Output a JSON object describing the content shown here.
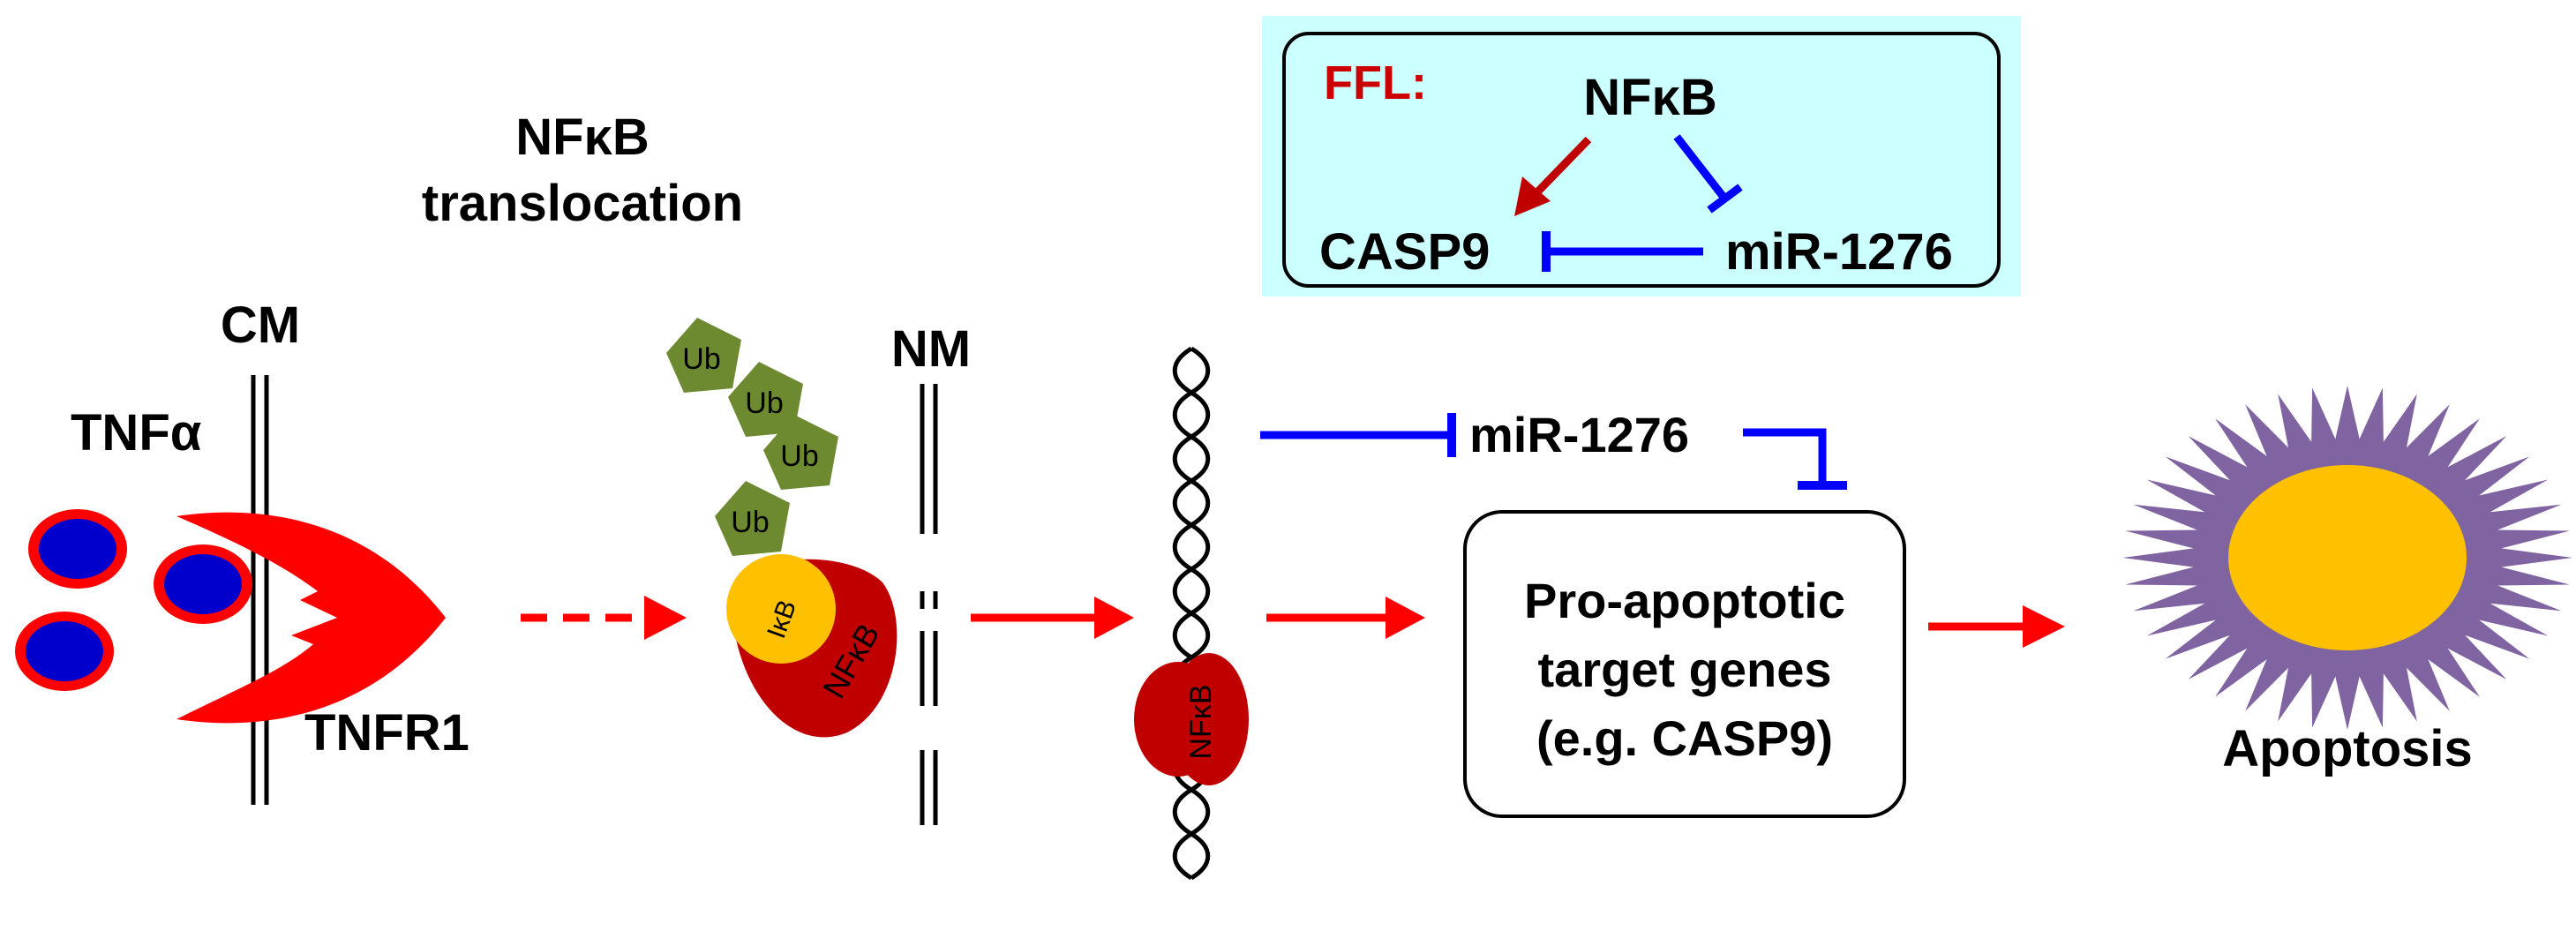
{
  "labels": {
    "nfkb_translocation_line1": "NFκB",
    "nfkb_translocation_line2": "translocation",
    "cm": "CM",
    "nm": "NM",
    "tnfa": "TNFα",
    "tnfr1": "TNFR1",
    "ub": "Ub",
    "ikb": "IκB",
    "nfkb_complex": "NFκB",
    "nfkb_dna": "NFκB",
    "mir_main": "miR-1276",
    "target_line1": "Pro-apoptotic",
    "target_line2": "target genes",
    "target_line3": "(e.g. CASP9)",
    "apoptosis": "Apoptosis"
  },
  "ffl": {
    "title": "FFL:",
    "nfkb": "NFκB",
    "casp9": "CASP9",
    "mir": "miR-1276"
  },
  "colors": {
    "activation": "#ff0000",
    "ffl_activation": "#c00000",
    "inhibition": "#0000ff",
    "ffl_title": "#cc0000",
    "ffl_box_fill": "#ccffff",
    "receptor": "#ff0000",
    "tnfa_core": "#0000cc",
    "ubiquitin": "#6e8a30",
    "ikb": "#ffc000",
    "nfkb": "#c00000",
    "apoptosis_outer": "#8064a2",
    "apoptosis_inner": "#ffc000",
    "dna": "#000000"
  }
}
